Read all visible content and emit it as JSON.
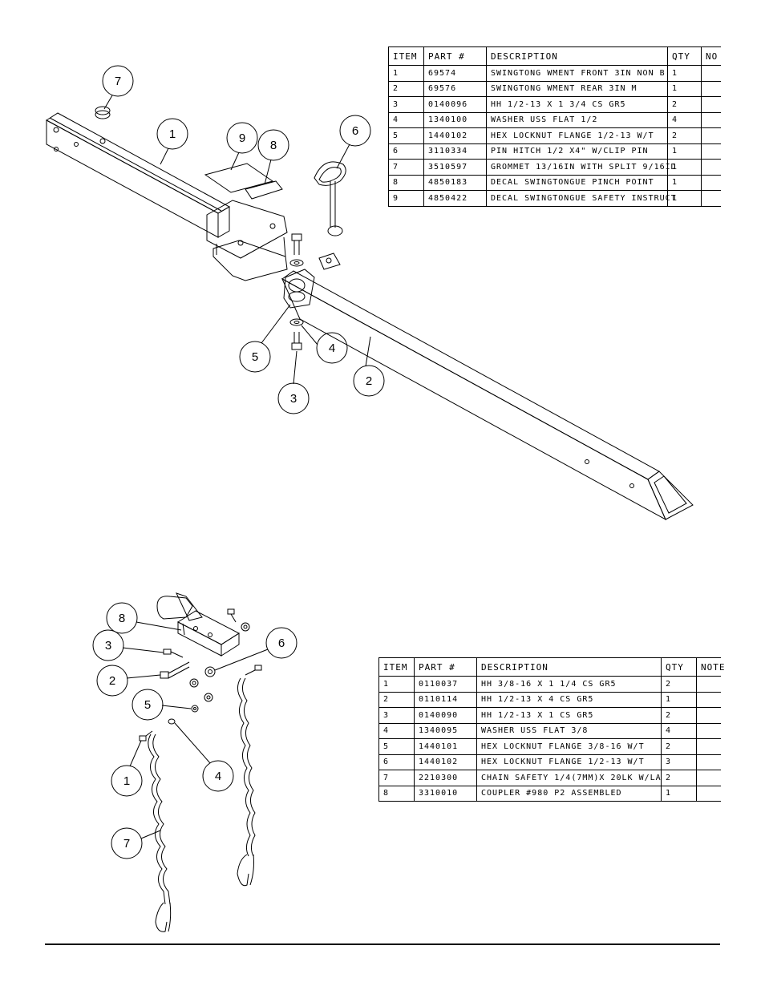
{
  "top_assembly": {
    "headers": [
      "ITEM",
      "PART #",
      "DESCRIPTION",
      "QTY",
      "NO"
    ],
    "rows": [
      [
        "1",
        "69574",
        "SWINGTONG WMENT FRONT 3IN NON B",
        "1",
        ""
      ],
      [
        "2",
        "69576",
        "SWINGTONG WMENT REAR 3IN M",
        "1",
        ""
      ],
      [
        "3",
        "0140096",
        "HH 1/2-13 X 1 3/4 CS GR5",
        "2",
        ""
      ],
      [
        "4",
        "1340100",
        "WASHER USS FLAT 1/2",
        "4",
        ""
      ],
      [
        "5",
        "1440102",
        "HEX LOCKNUT FLANGE 1/2-13 W/T",
        "2",
        ""
      ],
      [
        "6",
        "3110334",
        "PIN HITCH 1/2 X4\" W/CLIP PIN",
        "1",
        ""
      ],
      [
        "7",
        "3510597",
        "GROMMET 13/16IN  WITH SPLIT 9/16ID",
        "1",
        ""
      ],
      [
        "8",
        "4850183",
        "DECAL SWINGTONGUE PINCH POINT",
        "1",
        ""
      ],
      [
        "9",
        "4850422",
        "DECAL SWINGTONGUE SAFETY INSTRUCT",
        "1",
        ""
      ]
    ],
    "callouts": [
      "7",
      "1",
      "9",
      "8",
      "6",
      "5",
      "4",
      "2",
      "3"
    ]
  },
  "bottom_assembly": {
    "headers": [
      "ITEM",
      "PART #",
      "DESCRIPTION",
      "QTY",
      "NOTE"
    ],
    "rows": [
      [
        "1",
        "0110037",
        "HH 3/8-16 X 1 1/4 CS GR5",
        "2",
        ""
      ],
      [
        "2",
        "0110114",
        "HH 1/2-13 X 4 CS GR5",
        "1",
        ""
      ],
      [
        "3",
        "0140090",
        "HH 1/2-13 X 1 CS GR5",
        "2",
        ""
      ],
      [
        "4",
        "1340095",
        "WASHER USS FLAT 3/8",
        "4",
        ""
      ],
      [
        "5",
        "1440101",
        "HEX LOCKNUT FLANGE 3/8-16 W/T",
        "2",
        ""
      ],
      [
        "6",
        "1440102",
        "HEX LOCKNUT FLANGE 1/2-13 W/T",
        "3",
        ""
      ],
      [
        "7",
        "2210300",
        "CHAIN SAFETY 1/4(7MM)X 20LK W/LA",
        "2",
        ""
      ],
      [
        "8",
        "3310010",
        "COUPLER #980 P2 ASSEMBLED",
        "1",
        ""
      ]
    ],
    "callouts": [
      "8",
      "3",
      "2",
      "6",
      "5",
      "4",
      "1",
      "7"
    ]
  }
}
